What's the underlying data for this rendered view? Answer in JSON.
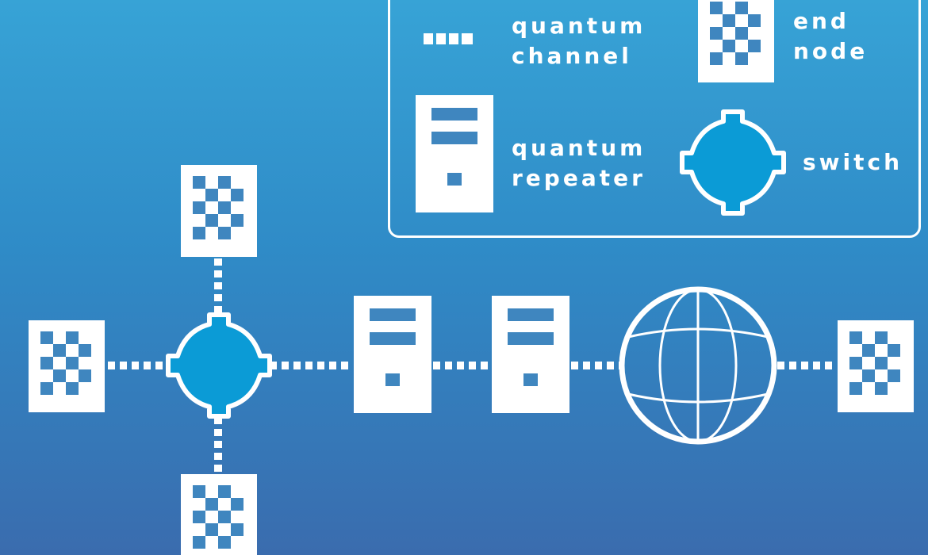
{
  "legend": {
    "quantum_channel": "quantum\nchannel",
    "end_node": "end\nnode",
    "quantum_repeater": "quantum\nrepeater",
    "switch": "switch"
  },
  "colors": {
    "background_top": "#37a3d6",
    "background_bottom": "#3a6cae",
    "foreground": "#ffffff",
    "switch_fill": "#0b9bd6"
  },
  "icons": {
    "end_node": "checkerboard-icon",
    "repeater": "server-tower-icon",
    "switch": "octagon-switch-icon",
    "cloud": "globe-icon",
    "channel": "dashed-line"
  }
}
